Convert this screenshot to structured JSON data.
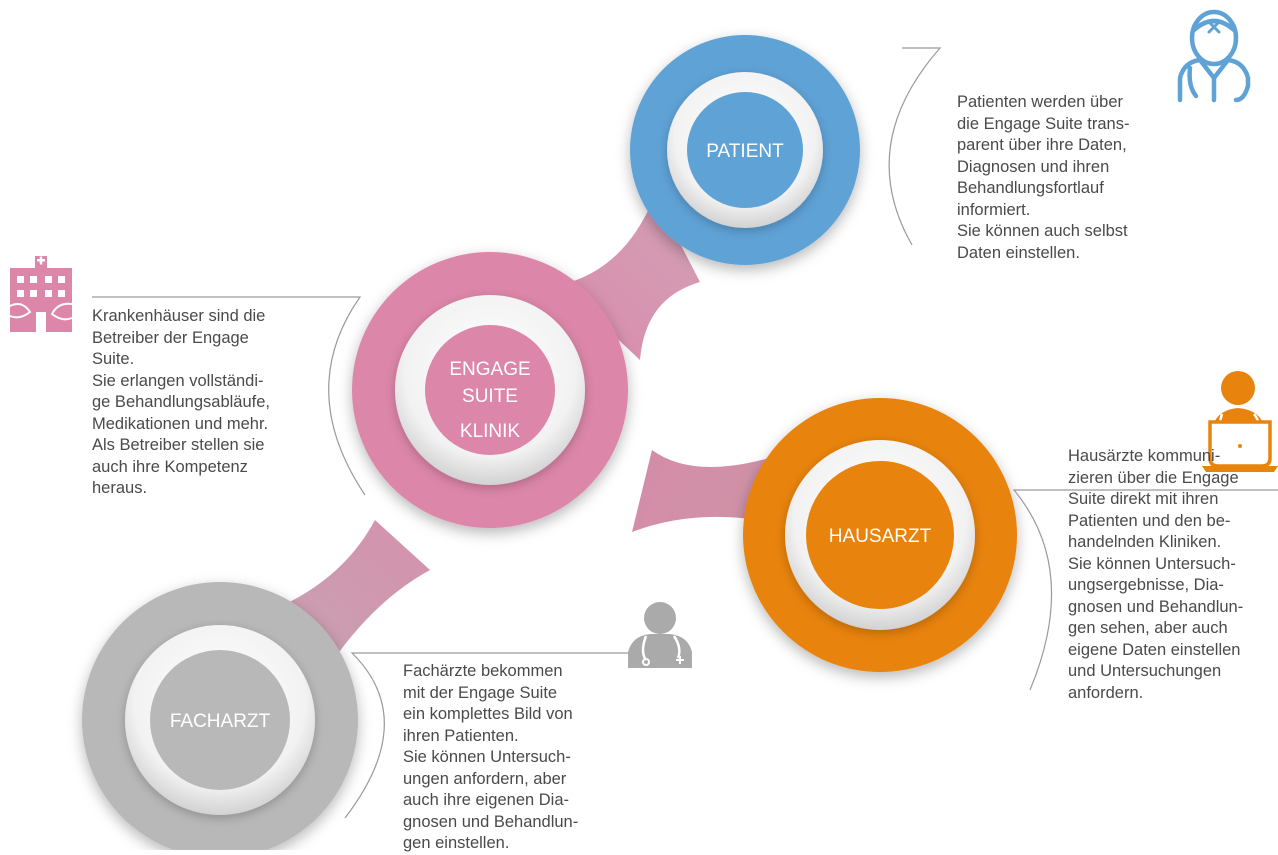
{
  "colors": {
    "patient": "#5ea2d6",
    "klinik": "#dc86a9",
    "hausarzt": "#e8830e",
    "facharzt": "#b8b8b8",
    "text": "#4a4a4a"
  },
  "nodes": {
    "patient": {
      "label": "PATIENT",
      "icon": "doctor-female-icon",
      "text": "Patienten werden über\ndie Engage Suite trans-\nparent über ihre Daten,\nDiagnosen und ihren\nBehandlungsfortlauf\ninformiert.\nSie können auch selbst\nDaten einstellen."
    },
    "klinik": {
      "label_lines": [
        "ENGAGE",
        "SUITE",
        "KLINIK"
      ],
      "icon": "hospital-icon",
      "text": "Krankenhäuser sind die\nBetreiber der Engage\nSuite.\nSie erlangen vollständi-\nge Behandlungsabläufe,\nMedikationen und mehr.\nAls Betreiber stellen sie\nauch ihre Kompetenz\nheraus."
    },
    "hausarzt": {
      "label": "HAUSARZT",
      "icon": "doctor-laptop-icon",
      "text": "Hausärzte kommuni-\nzieren über die Engage\nSuite direkt mit ihren\nPatienten und den be-\nhandelnden Kliniken.\nSie können Untersuch-\nungsergebnisse, Dia-\ngnosen und Behandlun-\ngen sehen, aber auch\neigene Daten einstellen\nund Untersuchungen\nanfordern."
    },
    "facharzt": {
      "label": "FACHARZT",
      "icon": "doctor-stethoscope-icon",
      "text": "Fachärzte bekommen\nmit der Engage Suite\nein komplettes Bild von\nihren Patienten.\nSie können Untersuch-\nungen anfordern, aber\nauch ihre eigenen Dia-\ngnosen und Behandlun-\ngen einstellen."
    }
  }
}
